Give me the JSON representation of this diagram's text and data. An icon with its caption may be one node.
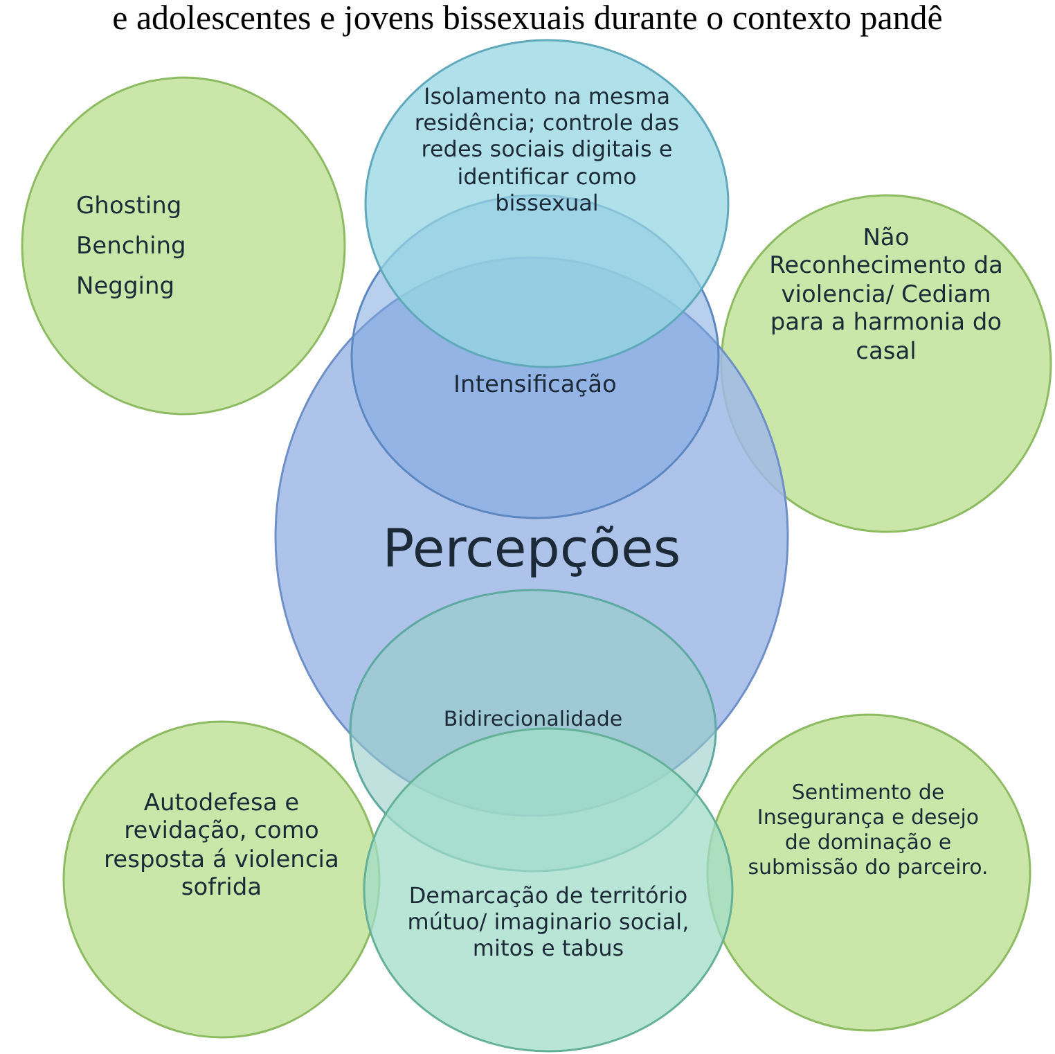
{
  "diagram": {
    "title": "e adolescentes e jovens bissexuais durante o contexto pandê",
    "nodes": [
      {
        "text": [
          "Isolamento na mesma residência; controle das redes sociais digitais e identificar como bissexual"
        ]
      },
      {
        "text": [
          "Ghosting Benching Negging"
        ]
      },
      {
        "text": [
          "Intensificação"
        ]
      },
      {
        "text": [
          "Não Reconhecimento da violencia/ Cediam para a harmonia do casal"
        ]
      },
      {
        "text": [
          "Percepções"
        ]
      },
      {
        "text": [
          "Bidirecionalidade"
        ]
      },
      {
        "text": [
          "Autodefesa e revidação, como resposta á violencia sofrida"
        ]
      },
      {
        "text": [
          "Demarcação de território mútuo/ imaginario social, mitos e tabus"
        ]
      },
      {
        "text": [
          "Sentimento de Insegurança e desejo de dominação e submissão do parceiro."
        ]
      }
    ],
    "edges": []
  }
}
